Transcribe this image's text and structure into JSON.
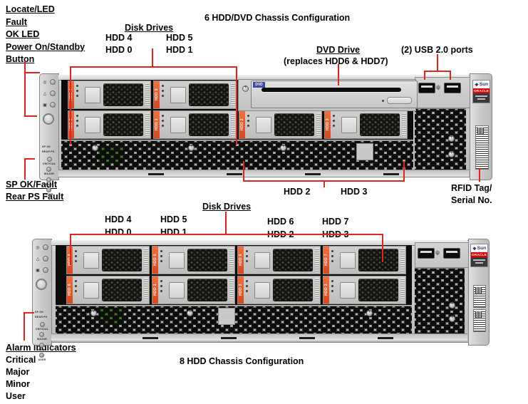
{
  "titles": {
    "top": "6 HDD/DVD Chassis Configuration",
    "bottom": "8 HDD Chassis Configuration"
  },
  "led_legend": {
    "items": [
      "Locate/LED",
      "Fault",
      "OK LED",
      "Power On/Standby",
      "Button"
    ]
  },
  "disk_drives_top": {
    "title": "Disk Drives",
    "r1c1": "HDD 4",
    "r1c2": "HDD 5",
    "r2c1": "HDD 0",
    "r2c2": "HDD 1"
  },
  "dvd_callout": {
    "title": "DVD Drive",
    "subtitle": "(replaces HDD6 & HDD7)"
  },
  "usb_callout": "(2) USB 2.0 ports",
  "sp_callout": {
    "line1": "SP OK/Fault",
    "line2": "Rear PS Fault"
  },
  "hdd23_callout": {
    "hdd2": "HDD 2",
    "hdd3": "HDD 3"
  },
  "rfid_callout": {
    "line1": "RFID Tag/",
    "line2": "Serial No."
  },
  "disk_drives_bottom": {
    "title": "Disk Drives",
    "r1c1": "HDD 4",
    "r1c2": "HDD 5",
    "r1c3": "HDD 6",
    "r1c4": "HDD 7",
    "r2c1": "HDD 0",
    "r2c2": "HDD 1",
    "r2c3": "HDD 2",
    "r2c4": "HDD 3"
  },
  "alarm_callout": {
    "title": "Alarm Indicators",
    "items": [
      "Critical",
      "Major",
      "Minor",
      "User"
    ]
  },
  "chassis_top": {
    "dvd_tag": "DVD",
    "bays": [
      "HDD 4",
      "HDD 5",
      "HDD 0",
      "HDD 1",
      "HDD 2",
      "HDD 3"
    ]
  },
  "chassis_bottom": {
    "bays": [
      "HDD 4",
      "HDD 5",
      "HDD 6",
      "HDD 7",
      "HDD 0",
      "HDD 1",
      "HDD 2",
      "HDD 3"
    ]
  },
  "ear": {
    "sp_ok": "SP OK",
    "rear_ps": "REAR PS",
    "alarms": [
      "CRITICAL",
      "MAJOR",
      "MINOR",
      "USER"
    ]
  },
  "badge": {
    "brand": "Sun",
    "sub": "ORACLE"
  },
  "colors": {
    "callout_red": "#e2241c",
    "hdd_strip_orange": "#e05a28",
    "oracle_red": "#e00000",
    "dvd_tag_blue": "#3c4ba0"
  }
}
